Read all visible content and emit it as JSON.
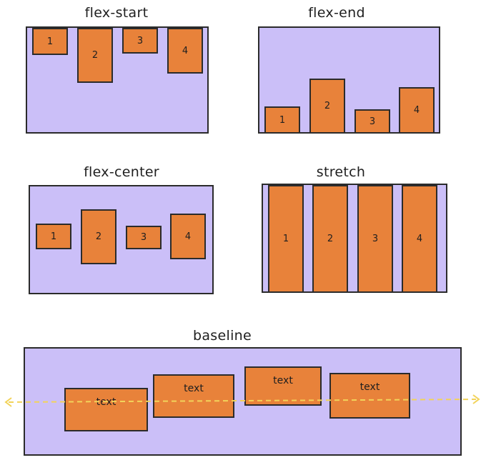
{
  "sections": {
    "flex_start": {
      "title": "flex-start",
      "items": [
        "1",
        "2",
        "3",
        "4"
      ]
    },
    "flex_end": {
      "title": "flex-end",
      "items": [
        "1",
        "2",
        "3",
        "4"
      ]
    },
    "flex_center": {
      "title": "flex-center",
      "items": [
        "1",
        "2",
        "3",
        "4"
      ]
    },
    "stretch": {
      "title": "stretch",
      "items": [
        "1",
        "2",
        "3",
        "4"
      ]
    },
    "baseline": {
      "title": "baseline",
      "items": [
        "text",
        "text",
        "text",
        "text"
      ]
    }
  },
  "colors": {
    "panel_fill": "#cbbff8",
    "item_fill": "#e8823a",
    "outline": "#2b2b2b",
    "baseline_line": "#f2d35a"
  }
}
